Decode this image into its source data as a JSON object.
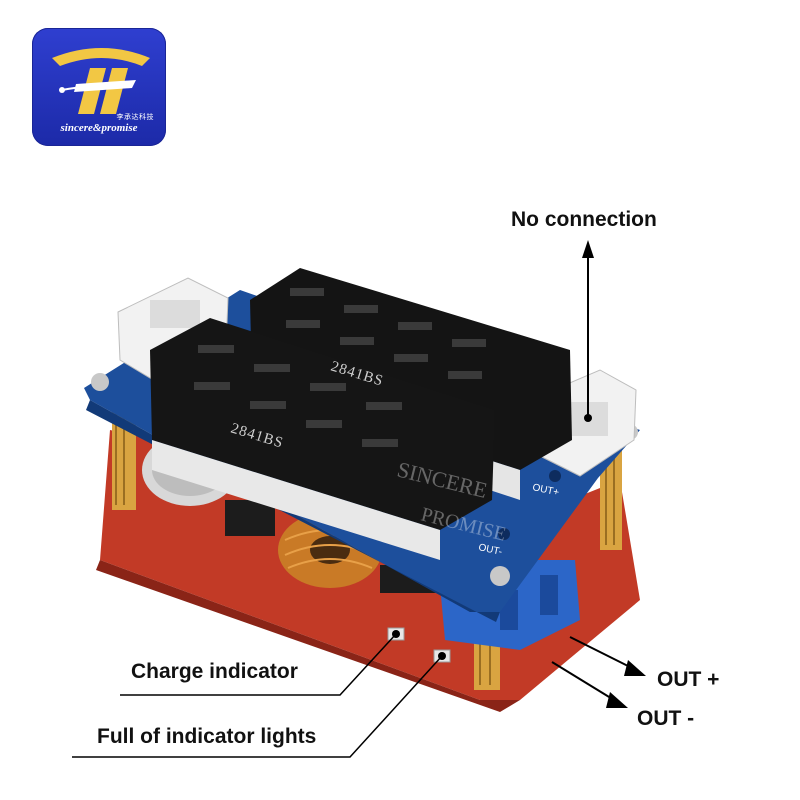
{
  "logo": {
    "brand_en": "sincere&promise",
    "brand_cn": "李承达科技",
    "bg_color": "#2534c4",
    "accent_color": "#f2c744"
  },
  "annotations": {
    "no_connection": "No connection",
    "charge_indicator": "Charge indicator",
    "full_indicator": "Full of indicator lights",
    "out_plus": "OUT +",
    "out_minus": "OUT -"
  },
  "board": {
    "display_part_top": "2841BS",
    "display_part_bottom": "2841BS",
    "silk_out_plus": "OUT+",
    "silk_out_minus": "OUT-",
    "watermark_line1": "SINCERE",
    "watermark_line2": "PROMISE",
    "pcb_top_color": "#1d4f9c",
    "pcb_bottom_color": "#c23a26",
    "standoff_color": "#d9a441",
    "terminal_color": "#2c66c8"
  }
}
